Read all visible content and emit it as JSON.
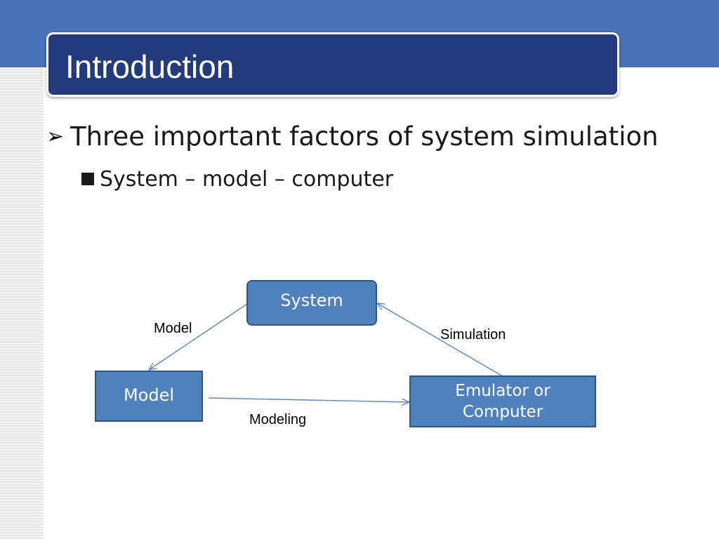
{
  "slide": {
    "title": "Introduction",
    "bullets": [
      {
        "text": "Three important factors of system simulation",
        "sub": "System – model – computer"
      }
    ]
  },
  "diagram": {
    "nodes": {
      "system": "System",
      "model": "Model",
      "computer_line1": "Emulator or",
      "computer_line2": "Computer"
    },
    "edges": {
      "system_to_model": "Model",
      "computer_to_system": "Simulation",
      "model_to_computer": "Modeling"
    }
  },
  "colors": {
    "band": "#4a72b8",
    "title_box": "#233a7c",
    "node_fill": "#4f81bd",
    "arrow": "#5b86c4"
  }
}
